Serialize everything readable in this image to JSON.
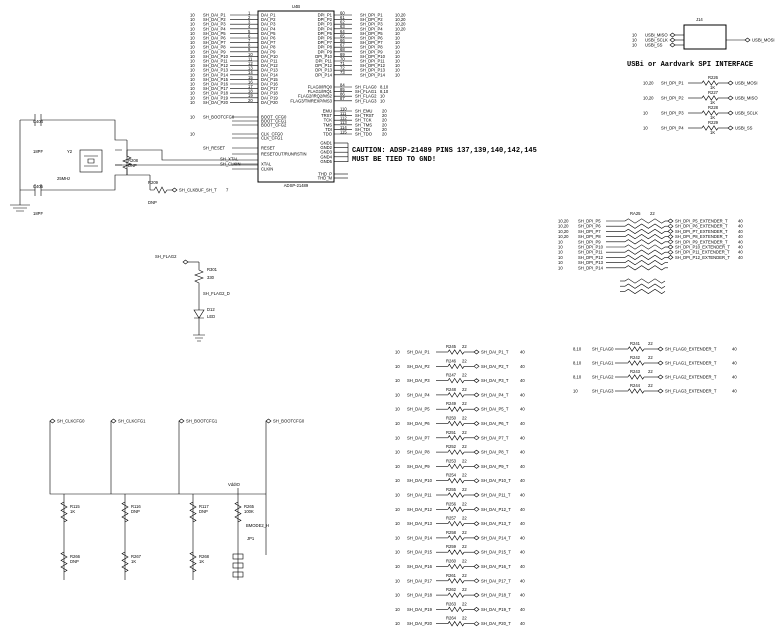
{
  "chip": {
    "ref": "U4B",
    "part": "ADSP-21489",
    "left_pins": [
      "DAI_P1",
      "DAI_P2",
      "DAI_P3",
      "DAI_P4",
      "DAI_P5",
      "DAI_P6",
      "DAI_P7",
      "DAI_P8",
      "DAI_P9",
      "DAI_P10",
      "DAI_P11",
      "DAI_P12",
      "DAI_P13",
      "DAI_P14",
      "DAI_P15",
      "DAI_P16",
      "DAI_P17",
      "DAI_P18",
      "DAI_P19",
      "DAI_P20"
    ],
    "left_nets": [
      "SH_DAI_P1",
      "SH_DAI_P2",
      "SH_DAI_P3",
      "SH_DAI_P4",
      "SH_DAI_P5",
      "SH_DAI_P6",
      "SH_DAI_P7",
      "SH_DAI_P8",
      "SH_DAI_P9",
      "SH_DAI_P10",
      "SH_DAI_P11",
      "SH_DAI_P12",
      "SH_DAI_P13",
      "SH_DAI_P14",
      "SH_DAI_P15",
      "SH_DAI_P16",
      "SH_DAI_P17",
      "SH_DAI_P18",
      "SH_DAI_P19",
      "SH_DAI_P20"
    ],
    "left_pages": "10",
    "right_pins": [
      "DPI_P1",
      "DPI_P2",
      "DPI_P3",
      "DPI_P4",
      "DPI_P5",
      "DPI_P6",
      "DPI_P7",
      "DPI_P8",
      "DPI_P9",
      "DPI_P10",
      "DPI_P11",
      "DPI_P12",
      "DPI_P13",
      "DPI_P14"
    ],
    "right_nets": [
      "SH_DPI_P1",
      "SH_DPI_P2",
      "SH_DPI_P3",
      "SH_DPI_P4",
      "SH_DPI_P5",
      "SH_DPI_P6",
      "SH_DPI_P7",
      "SH_DPI_P8",
      "SH_DPI_P9",
      "SH_DPI_P10",
      "SH_DPI_P11",
      "SH_DPI_P12",
      "SH_DPI_P13",
      "SH_DPI_P14"
    ],
    "right_pages": [
      "10,20",
      "10,20",
      "10,20",
      "10,20",
      "10",
      "10",
      "10",
      "10",
      "10",
      "10",
      "10",
      "10",
      "10",
      "10"
    ],
    "flag_pins": [
      "FLAG0/IRQ0",
      "FLAG1/IRQ1",
      "FLAG2/IRQ2/MS2",
      "FLAG3/TMREXP/MS3"
    ],
    "flag_nets": [
      "SH_FLAG0",
      "SH_FLAG1",
      "SH_FLAG2",
      "SH_FLAG3"
    ],
    "flag_pages": [
      "8,10",
      "8,10",
      "10",
      "10"
    ],
    "jtag_pins": [
      "EMU",
      "TRST",
      "TCK",
      "TMS",
      "TDI",
      "TDO"
    ],
    "jtag_nets": [
      "SH_EMU",
      "SH_TRST",
      "SH_TCK",
      "SH_TMS",
      "SH_TDI",
      "SH_TDO"
    ],
    "jtag_pages": [
      "20",
      "20",
      "20",
      "20",
      "20",
      "20"
    ],
    "gnd_pins": [
      "GND1",
      "GND2",
      "GND3",
      "GND4",
      "GND5"
    ],
    "misc_pins": [
      "BOOT_CFG0",
      "BOOT_CFG1",
      "BOOT_CFG2",
      "CLK_CFG0",
      "CLK_CFG1",
      "RESET",
      "RESETOUT/RUNRSTIN",
      "XTAL",
      "CLKIN",
      "THD_P",
      "THD_M"
    ],
    "misc_nets": [
      "SH_BOOTCFG0",
      "SH_RESET",
      "SH_XTAL",
      "SH_CLKIN"
    ]
  },
  "caution": [
    "CAUTION: ADSP-21489 PINS 137,139,140,142,145",
    "MUST BE TIED TO GND!"
  ],
  "spi": {
    "title": "USBi or Aardvark SPI INTERFACE",
    "ref": "J14",
    "nets_in": [
      "USBi_MISO",
      "USBi_SCLK",
      "USBi_SS"
    ],
    "net_out": "USBi_MOSI",
    "pages": "10",
    "resistors": [
      {
        "ref": "R226",
        "val": "1K",
        "from": "SH_DPI_P1",
        "to": "USBi_MOSI",
        "page": "10,20"
      },
      {
        "ref": "R227",
        "val": "1K",
        "from": "SH_DPI_P2",
        "to": "USBi_MISO",
        "page": "10,20"
      },
      {
        "ref": "R228",
        "val": "1K",
        "from": "SH_DPI_P3",
        "to": "USBi_SCLK",
        "page": "10"
      },
      {
        "ref": "R229",
        "val": "1K",
        "from": "SH_DPI_P4",
        "to": "USBi_SS",
        "page": "10"
      }
    ]
  },
  "crystal": {
    "caps": [
      {
        "ref": "C404",
        "val": "18PF"
      },
      {
        "ref": "C405",
        "val": "18PF"
      }
    ],
    "xtal": {
      "ref": "Y2",
      "freq": "25MHz"
    },
    "rdnp": {
      "ref": "R208",
      "val": "DNP"
    },
    "rclk": {
      "ref": "R209",
      "val": "DNP",
      "net": "SH_CLKBUF_SH_T",
      "page": "7"
    }
  },
  "led": {
    "net_in": "SH_FLAG2",
    "r": {
      "ref": "R301",
      "val": "330"
    },
    "mid": "SH_FLAG2_D",
    "d": {
      "ref": "D12",
      "val": "LED"
    }
  },
  "rpack": {
    "title": "RA25",
    "nets": [
      "SH_DPI_P5",
      "SH_DPI_P6",
      "SH_DPI_P7",
      "SH_DPI_P8",
      "SH_DPI_P9",
      "SH_DPI_P10",
      "SH_DPI_P11",
      "SH_DPI_P12",
      "SH_DPI_P13",
      "SH_DPI_P14"
    ],
    "pages": [
      "10,20",
      "10,20",
      "10,20",
      "10,20",
      "10",
      "10",
      "10",
      "10",
      "10",
      "10"
    ],
    "outs": [
      "SH_DPI_P5_EXTENDER_T",
      "SH_DPI_P6_EXTENDER_T",
      "SH_DPI_P7_EXTENDER_T",
      "SH_DPI_P8_EXTENDER_T",
      "SH_DPI_P9_EXTENDER_T",
      "SH_DPI_P10_EXTENDER_T",
      "SH_DPI_P11_EXTENDER_T",
      "SH_DPI_P12_EXTENDER_T"
    ],
    "out_page": "40",
    "val": "22"
  },
  "flag_ext": [
    {
      "page": "8,10",
      "net": "SH_FLAG0",
      "ref": "R241",
      "val": "22",
      "out": "SH_FLAG0_EXTENDER_T",
      "opage": "40"
    },
    {
      "page": "8,10",
      "net": "SH_FLAG1",
      "ref": "R242",
      "val": "22",
      "out": "SH_FLAG1_EXTENDER_T",
      "opage": "40"
    },
    {
      "page": "8,10",
      "net": "SH_FLAG2",
      "ref": "R243",
      "val": "22",
      "out": "SH_FLAG2_EXTENDER_T",
      "opage": "40"
    },
    {
      "page": "10",
      "net": "SH_FLAG3",
      "ref": "R244",
      "val": "22",
      "out": "SH_FLAG3_EXTENDER_T",
      "opage": "40"
    }
  ],
  "dai_ext": {
    "page": "10",
    "opage": "40",
    "val": "22",
    "rows": [
      {
        "net": "SH_DAI_P1",
        "ref": "R245",
        "out": "SH_DAI_P1_T"
      },
      {
        "net": "SH_DAI_P2",
        "ref": "R246",
        "out": "SH_DAI_P2_T"
      },
      {
        "net": "SH_DAI_P3",
        "ref": "R247",
        "out": "SH_DAI_P3_T"
      },
      {
        "net": "SH_DAI_P4",
        "ref": "R248",
        "out": "SH_DAI_P4_T"
      },
      {
        "net": "SH_DAI_P5",
        "ref": "R249",
        "out": "SH_DAI_P5_T"
      },
      {
        "net": "SH_DAI_P6",
        "ref": "R250",
        "out": "SH_DAI_P6_T"
      },
      {
        "net": "SH_DAI_P7",
        "ref": "R251",
        "out": "SH_DAI_P7_T"
      },
      {
        "net": "SH_DAI_P8",
        "ref": "R252",
        "out": "SH_DAI_P8_T"
      },
      {
        "net": "SH_DAI_P9",
        "ref": "R253",
        "out": "SH_DAI_P9_T"
      },
      {
        "net": "SH_DAI_P10",
        "ref": "R254",
        "out": "SH_DAI_P10_T"
      },
      {
        "net": "SH_DAI_P11",
        "ref": "R255",
        "out": "SH_DAI_P11_T"
      },
      {
        "net": "SH_DAI_P12",
        "ref": "R256",
        "out": "SH_DAI_P12_T"
      },
      {
        "net": "SH_DAI_P13",
        "ref": "R257",
        "out": "SH_DAI_P13_T"
      },
      {
        "net": "SH_DAI_P14",
        "ref": "R258",
        "out": "SH_DAI_P14_T"
      },
      {
        "net": "SH_DAI_P15",
        "ref": "R259",
        "out": "SH_DAI_P15_T"
      },
      {
        "net": "SH_DAI_P16",
        "ref": "R260",
        "out": "SH_DAI_P16_T"
      },
      {
        "net": "SH_DAI_P17",
        "ref": "R261",
        "out": "SH_DAI_P17_T"
      },
      {
        "net": "SH_DAI_P18",
        "ref": "R262",
        "out": "SH_DAI_P18_T"
      },
      {
        "net": "SH_DAI_P19",
        "ref": "R263",
        "out": "SH_DAI_P19_T"
      },
      {
        "net": "SH_DAI_P20",
        "ref": "R264",
        "out": "SH_DAI_P20_T"
      }
    ]
  },
  "boot": {
    "nets": [
      "SH_CLKCFG0",
      "SH_CLKCFG1",
      "SH_BOOTCFG1",
      "SH_BOOTCFG0"
    ],
    "vdd": "VddIO",
    "top_res": [
      {
        "ref": "R115",
        "val": "1K"
      },
      {
        "ref": "R116",
        "val": "DNP"
      },
      {
        "ref": "R117",
        "val": "DNP"
      },
      {
        "ref": "R265",
        "val": "100K"
      }
    ],
    "bot_res": [
      {
        "ref": "R266",
        "val": "DNP"
      },
      {
        "ref": "R267",
        "val": "1K"
      },
      {
        "ref": "R268",
        "val": "1K"
      }
    ],
    "jumper_net": "BMODE2_H",
    "jumper": "JP1"
  }
}
